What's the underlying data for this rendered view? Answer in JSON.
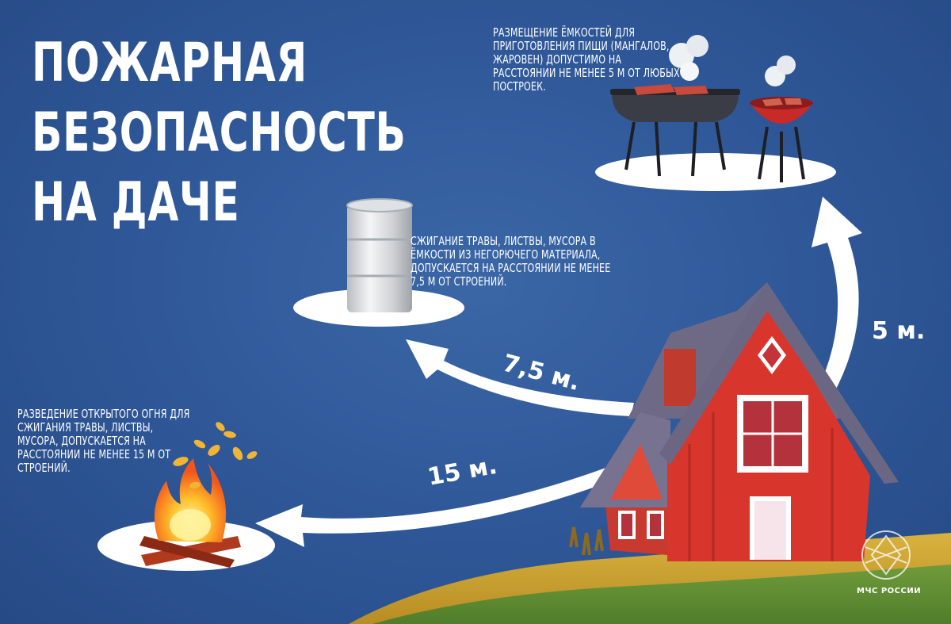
{
  "title": {
    "line1": "ПОЖАРНАЯ",
    "line2": "БЕЗОПАСНОСТЬ",
    "line3": "НА ДАЧЕ"
  },
  "rules": {
    "open_fire": "Разведение открытого огня для сжигания травы, листвы, мусора, допускается на расстоянии не менее 15 м от строений.",
    "barrel": "Сжигание травы, листвы, мусора в ёмкости из негорючего материала, допускается на расстоянии не менее 7,5 м от строений.",
    "grill": "Размещение ёмкостей для приготовления пищи (мангалов, жаровен) допустимо на расстоянии не менее 5 м от любых построек."
  },
  "distances": {
    "fire": "15 м.",
    "barrel": "7,5 м.",
    "grill": "5 м."
  },
  "emblem_label": "МЧС РОССИИ",
  "colors": {
    "background": "#30599a",
    "house": "#d8352d",
    "roof": "#6e6a86",
    "grass": "#c9a435",
    "arrow": "#ffffff"
  }
}
